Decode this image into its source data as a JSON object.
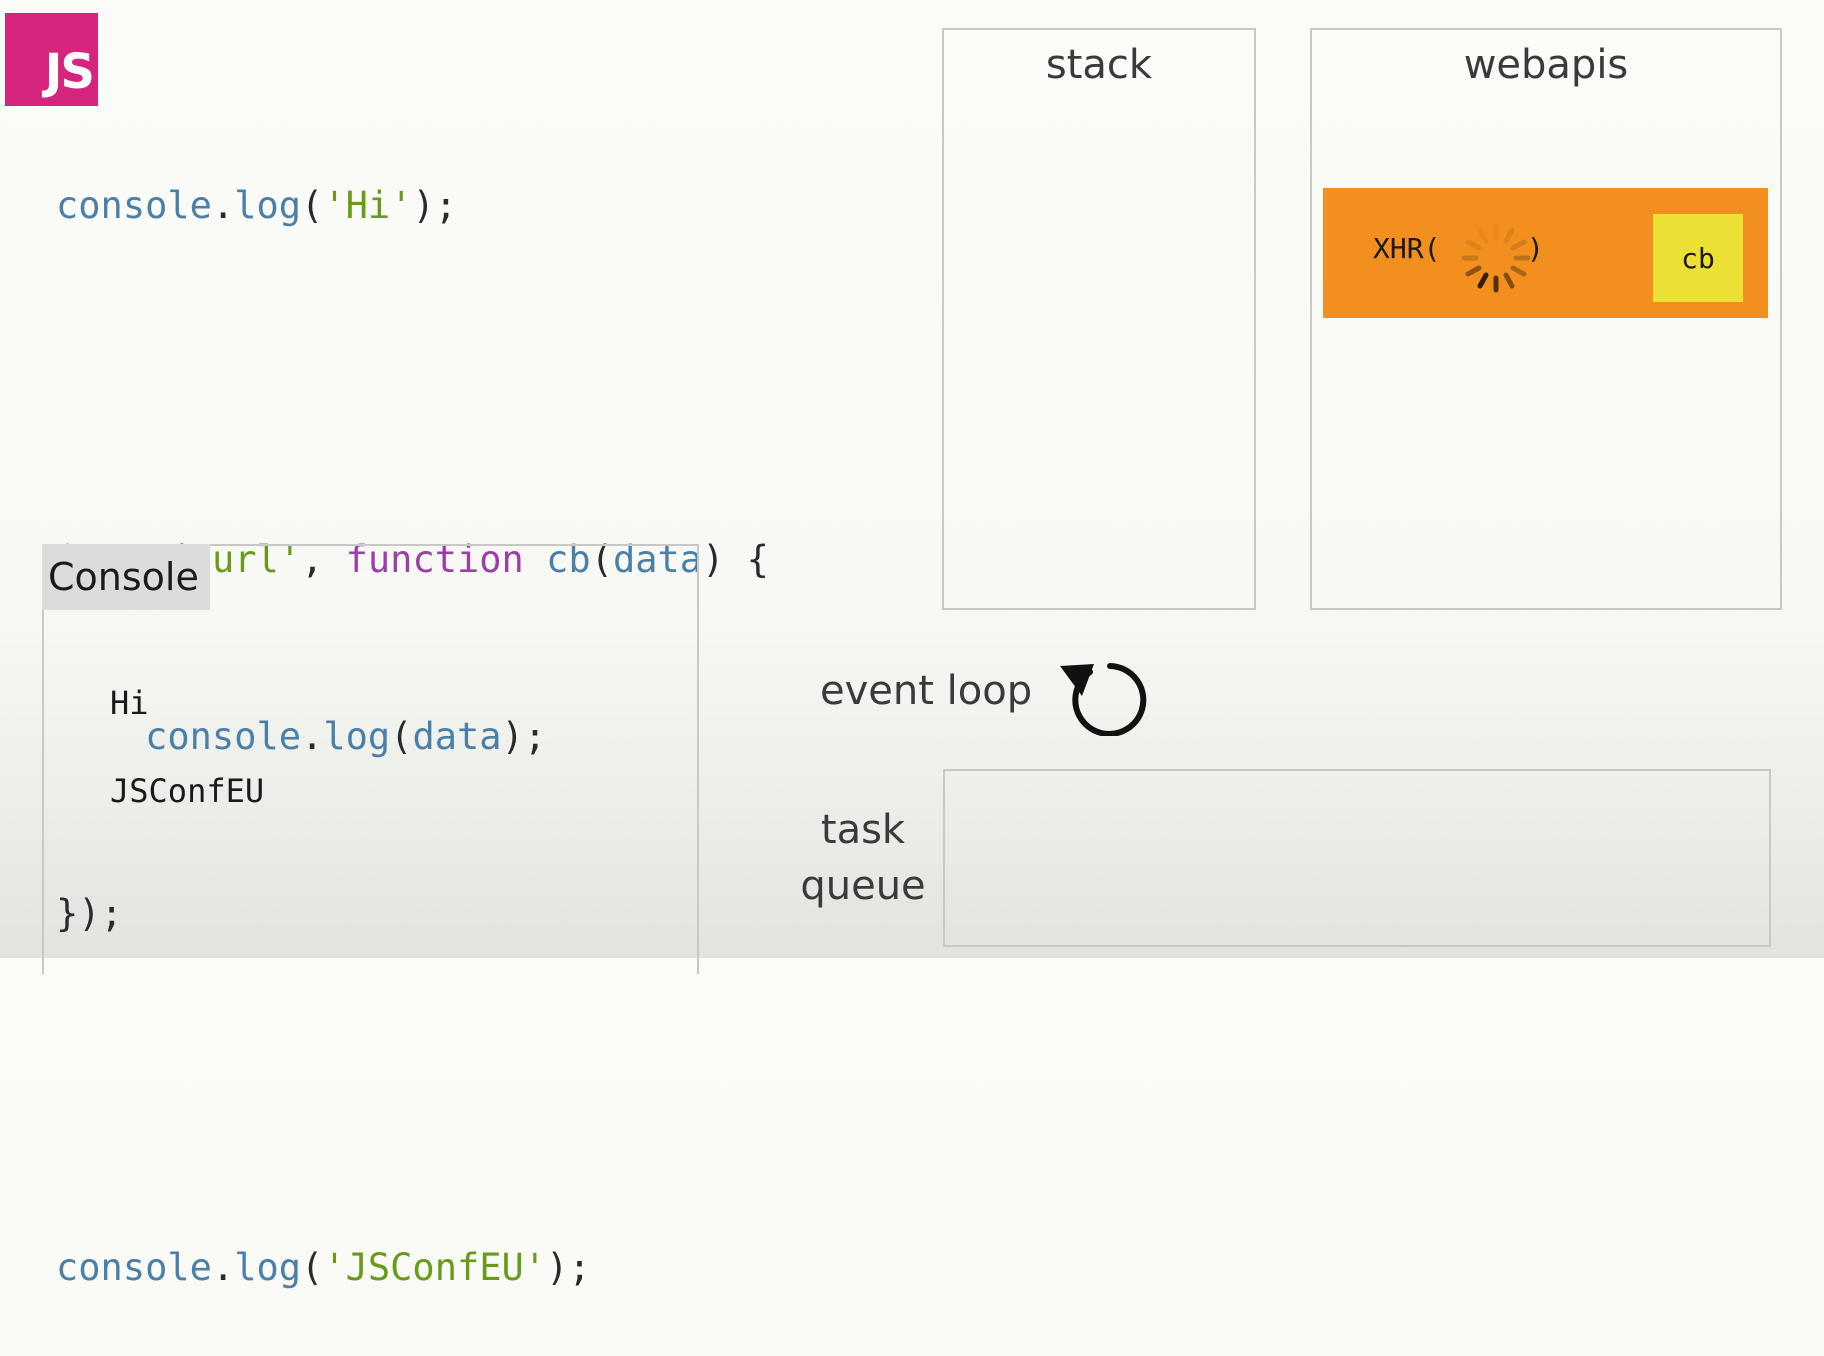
{
  "logo": {
    "text": "JS",
    "color": "#d6257d"
  },
  "code": {
    "line1": {
      "obj": "console",
      "dot": ".",
      "fn": "log",
      "open": "(",
      "str": "'Hi'",
      "close": ");"
    },
    "line2": {
      "obj": "$",
      "dot": ".",
      "fn": "get",
      "open": "(",
      "str": "'url'",
      "comma": ", ",
      "kw": "function",
      "space": " ",
      "name": "cb",
      "paren_open": "(",
      "param": "data",
      "paren_close": ")",
      "brace": " {"
    },
    "line3": {
      "indent": "    ",
      "obj": "console",
      "dot": ".",
      "fn": "log",
      "open": "(",
      "param": "data",
      "close": ");"
    },
    "line4": {
      "text": "});"
    },
    "line5": {
      "obj": "console",
      "dot": ".",
      "fn": "log",
      "open": "(",
      "str": "'JSConfEU'",
      "close": ");"
    }
  },
  "console": {
    "title": "Console",
    "lines": [
      "Hi",
      "JSConfEU"
    ]
  },
  "stack": {
    "title": "stack"
  },
  "webapis": {
    "title": "webapis",
    "xhr": {
      "label": "XHR(",
      "close": ")",
      "callback": "cb",
      "bar_color": "#f38f1f",
      "chip_color": "#ede034"
    }
  },
  "event_loop": {
    "label": "event loop",
    "icon": "refresh-arrow-icon"
  },
  "task_queue": {
    "label_line1": "task",
    "label_line2": "queue"
  }
}
